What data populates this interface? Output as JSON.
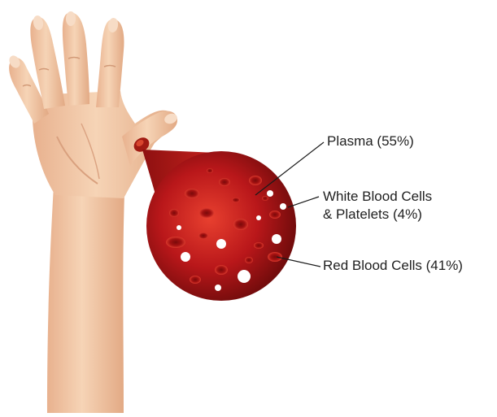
{
  "labels": {
    "plasma": "Plasma (55%)",
    "wbc_line1": "White Blood Cells",
    "wbc_line2": "& Platelets (4%)",
    "rbc": "Red Blood Cells (41%)"
  },
  "colors": {
    "skin": "#f3c9a7",
    "skin_shade": "#e0a985",
    "blood_dark": "#7a0d0d",
    "blood_mid": "#b01818",
    "blood_light": "#e23a2f",
    "cell_white": "#ffffff",
    "leader_line": "#1a1a1a"
  },
  "icons": [
    "hand-icon",
    "magnified-blood-sample-icon"
  ]
}
